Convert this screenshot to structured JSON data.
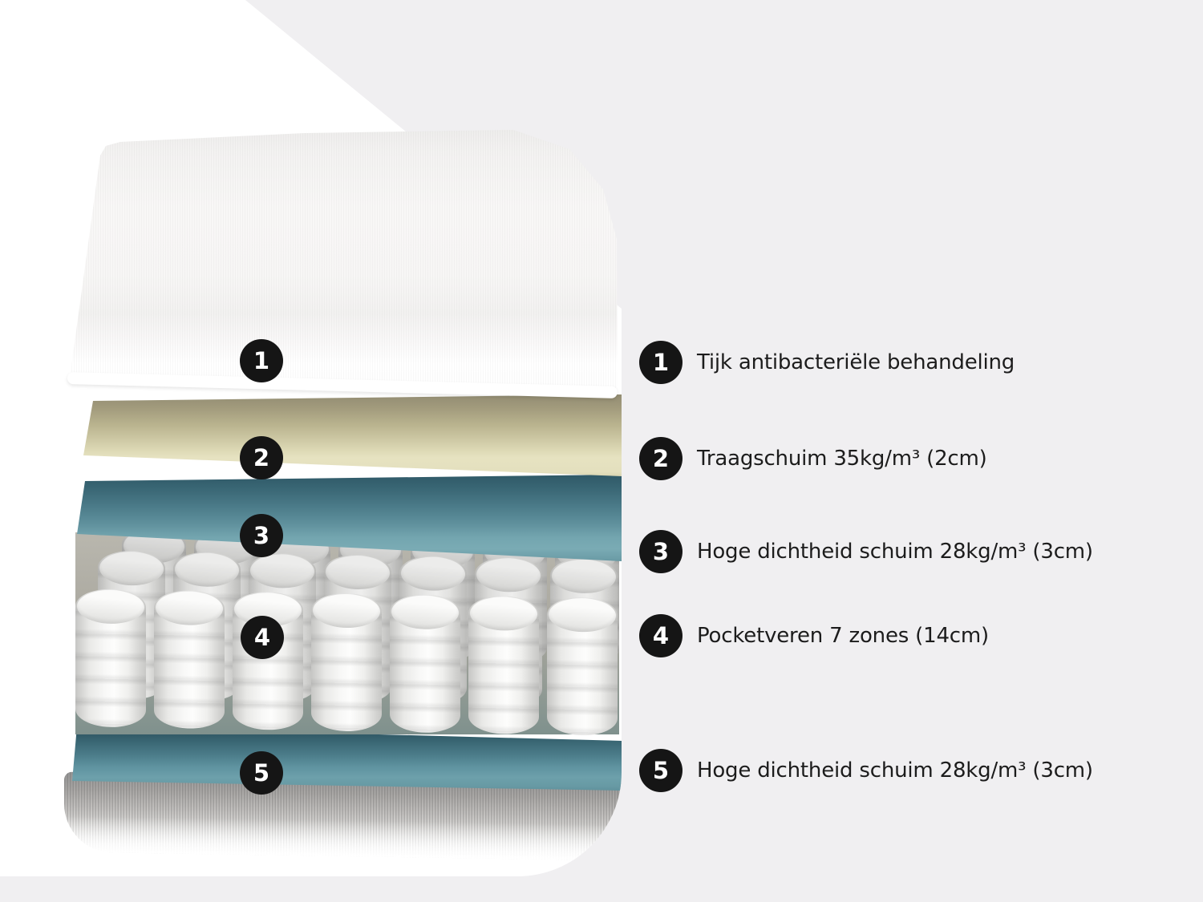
{
  "page": {
    "background_color": "#f0eff1",
    "photo_panel_color": "#ffffff"
  },
  "mattress": {
    "cover_color": "#f7f6f5",
    "memory_foam_color": "#ddd9b6",
    "hd_foam_color": "#6fa1ac",
    "spring_color": "#f2f2f0",
    "badge_color": "#151515",
    "badge_text_color": "#ffffff"
  },
  "legend": {
    "text_color": "#1c1c1c",
    "items": [
      {
        "number": "1",
        "label": "Tijk antibacteriële behandeling"
      },
      {
        "number": "2",
        "label": "Traagschuim 35kg/m³ (2cm)"
      },
      {
        "number": "3",
        "label": "Hoge dichtheid schuim 28kg/m³ (3cm)"
      },
      {
        "number": "4",
        "label": "Pocketveren 7 zones (14cm)"
      },
      {
        "number": "5",
        "label": "Hoge dichtheid schuim 28kg/m³ (3cm)"
      }
    ]
  }
}
